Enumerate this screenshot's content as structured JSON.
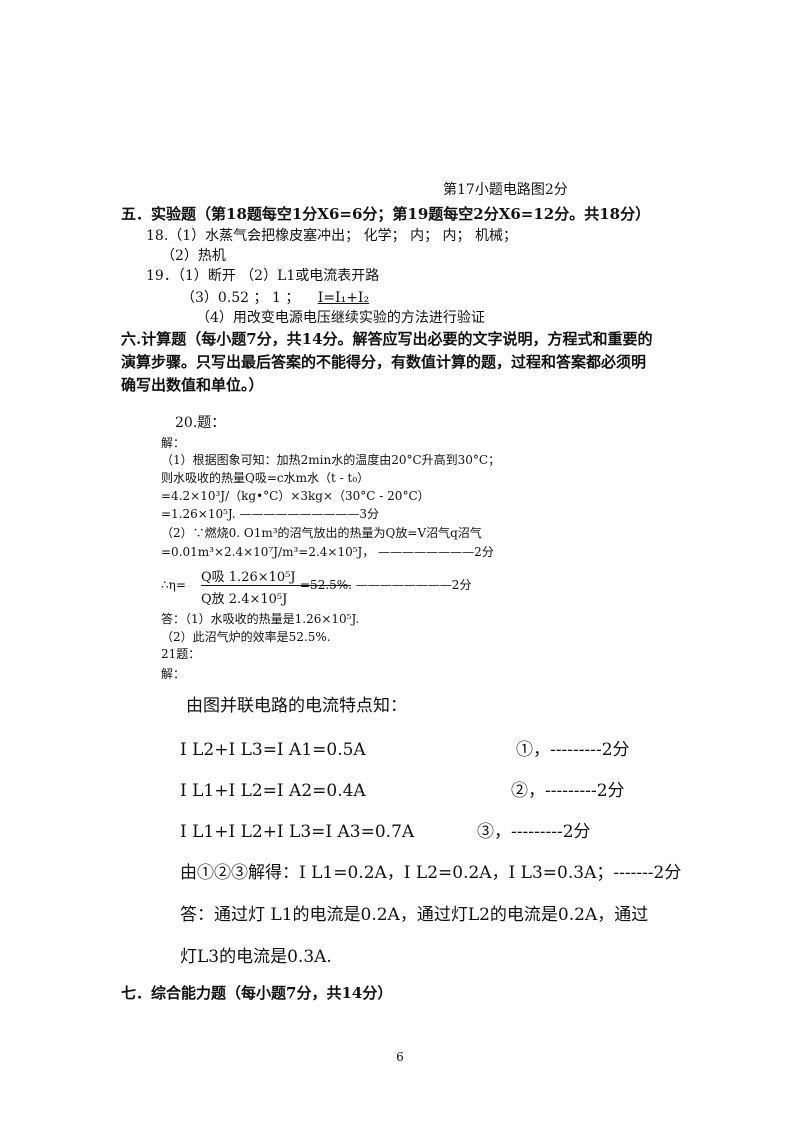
{
  "note17": "第17小题电路图2分",
  "sec5": {
    "title": "五．实验题（第18题每空1分X6=6分；第19题每空2分X6=12分。共18分）",
    "q18_1": "18.（1）水蒸气会把橡皮塞冲出；  化学；  内；  内；  机械；",
    "q18_2": "（2）热机",
    "q19_1": "19．（1）断开       （2）L1或电流表开路",
    "q19_3a": "（3）0.52   ；  1   ；",
    "q19_3b": "I=I₁+I₂",
    "q19_4": "（4）用改变电源电压继续实验的方法进行验证"
  },
  "sec6": {
    "title1": "六.计算题（每小题7分，共14分。解答应写出必要的文字说明，方程式和重要的",
    "title2": "演算步骤。只写出最后答案的不能得分，有数值计算的题，过程和答案都必须明",
    "title3": "确写出数值和单位。）"
  },
  "q20": {
    "head": "20.题：",
    "jie": "解：",
    "l1": "（1）根据图象可知：加热2min水的温度由20°C升高到30°C；",
    "l2": "则水吸收的热量Q吸=c水m水（t - t₀）",
    "l3": "=4.2×10³J/（kg•°C）×3kg×（30°C - 20°C）",
    "l4": "=1.26×10⁵J.  ——————————3分",
    "l5": "（2）∵燃烧0. O1m³的沼气放出的热量为Q放=V沼气q沼气",
    "l6": "=0.01m³×2.4×10⁷J/m³=2.4×10⁵J， ————————2分",
    "eta_prefix": "∴η=",
    "eta_num": "Q吸  1.26×10⁵J",
    "eta_den": "Q放   2.4×10⁵J",
    "eta_result": "=52.5%.  ————————2分",
    "ans1": "答：（1）水吸收的热量是1.26×10⁵J.",
    "ans2": "（2）此沼气炉的效率是52.5%."
  },
  "q21": {
    "head": "21题：",
    "jie": "解：",
    "intro": "由图并联电路的电流特点知：",
    "eq1": "I L2+I L3=I A1=0.5A",
    "eq1_mark": "①，---------2分",
    "eq2": "I L1+I L2=I A2=0.4A",
    "eq2_mark": "②，---------2分",
    "eq3": "I L1+I L2+I L3=I A3=0.7A",
    "eq3_mark": "③，---------2分",
    "solve": "由①②③解得：I L1=0.2A，I L2=0.2A，I L3=0.3A；-------2分",
    "ans1": "答：通过灯   L1的电流是0.2A，通过灯L2的电流是0.2A，通过",
    "ans2": "灯L3的电流是0.3A."
  },
  "sec7": {
    "title": "七．综合能力题（每小题7分，共14分）"
  },
  "page_number": "6"
}
